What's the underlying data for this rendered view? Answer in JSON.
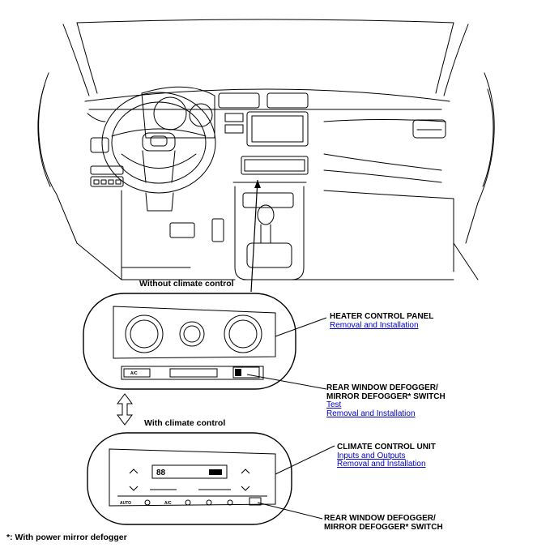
{
  "captions": {
    "without_climate": "Without climate control",
    "with_climate": "With climate control",
    "footnote": "*: With power mirror defogger"
  },
  "callouts": {
    "heater_panel": {
      "title": "HEATER CONTROL PANEL",
      "links": [
        "Removal and Installation"
      ]
    },
    "rear_defog_1": {
      "title_line1": "REAR WINDOW DEFOGGER/",
      "title_line2": "MIRROR DEFOGGER* SWITCH",
      "links": [
        "Test",
        "Removal and Installation"
      ]
    },
    "climate_unit": {
      "title": "CLIMATE CONTROL UNIT",
      "links": [
        "Inputs and Outputs",
        "Removal and Installation"
      ]
    },
    "rear_defog_2": {
      "title_line1": "REAR WINDOW DEFOGGER/",
      "title_line2": "MIRROR DEFOGGER* SWITCH"
    }
  },
  "panel_labels": {
    "ac": "A/C",
    "auto": "AUTO",
    "ac2": "A/C",
    "display_digits": "88"
  },
  "colors": {
    "line": "#000000",
    "link": "#0000cc"
  }
}
